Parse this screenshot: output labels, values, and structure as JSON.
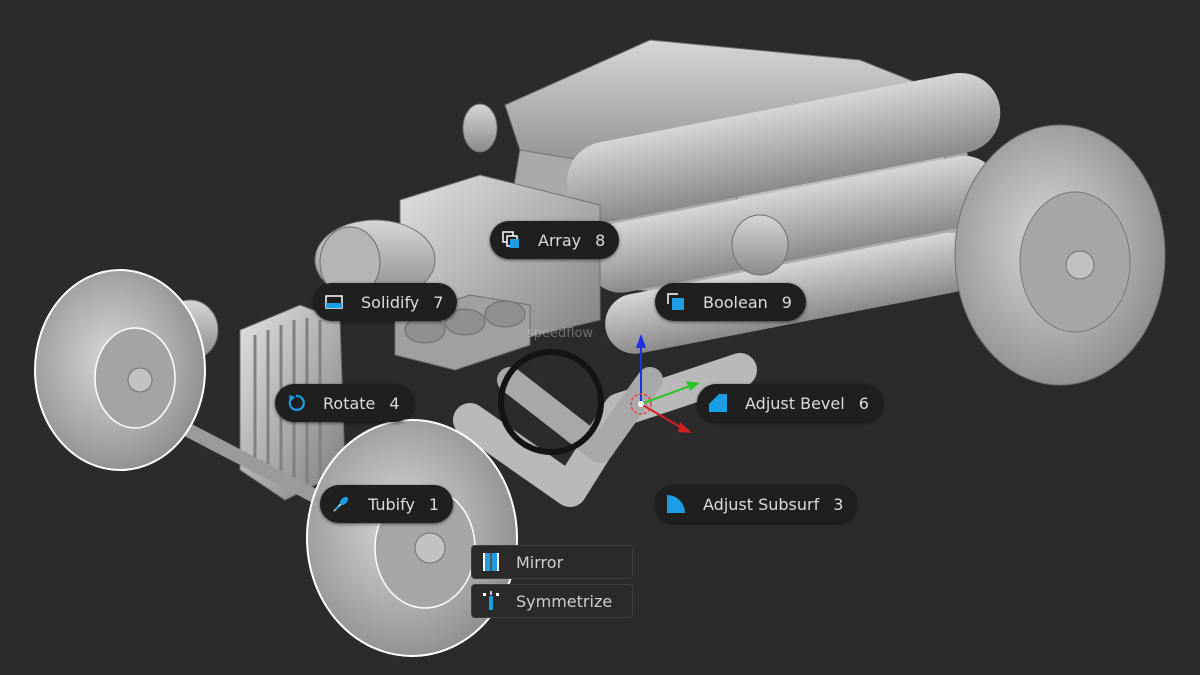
{
  "pie_menu": {
    "array": {
      "label": "Array",
      "hotkey": "8",
      "icon": "array-modifier-icon"
    },
    "solidify": {
      "label": "Solidify",
      "hotkey": "7",
      "icon": "solidify-modifier-icon"
    },
    "boolean": {
      "label": "Boolean",
      "hotkey": "9",
      "icon": "boolean-modifier-icon"
    },
    "rotate": {
      "label": "Rotate",
      "hotkey": "4",
      "icon": "rotate-icon"
    },
    "adjust_bevel": {
      "label": "Adjust Bevel",
      "hotkey": "6",
      "icon": "bevel-icon"
    },
    "tubify": {
      "label": "Tubify",
      "hotkey": "1",
      "icon": "tubify-icon"
    },
    "adjust_subsurf": {
      "label": "Adjust Subsurf",
      "hotkey": "3",
      "icon": "subsurf-icon"
    }
  },
  "submenu": {
    "mirror": {
      "label": "Mirror",
      "icon": "mirror-icon"
    },
    "symmetrize": {
      "label": "Symmetrize",
      "icon": "symmetrize-icon"
    }
  },
  "watermark": "speedflow",
  "colors": {
    "accent": "#1b9ee6",
    "background": "#2b2b2b",
    "pill": "#1f1f1f",
    "axis_x": "#d22020",
    "axis_y": "#2fc22f",
    "axis_z": "#2030e0"
  }
}
